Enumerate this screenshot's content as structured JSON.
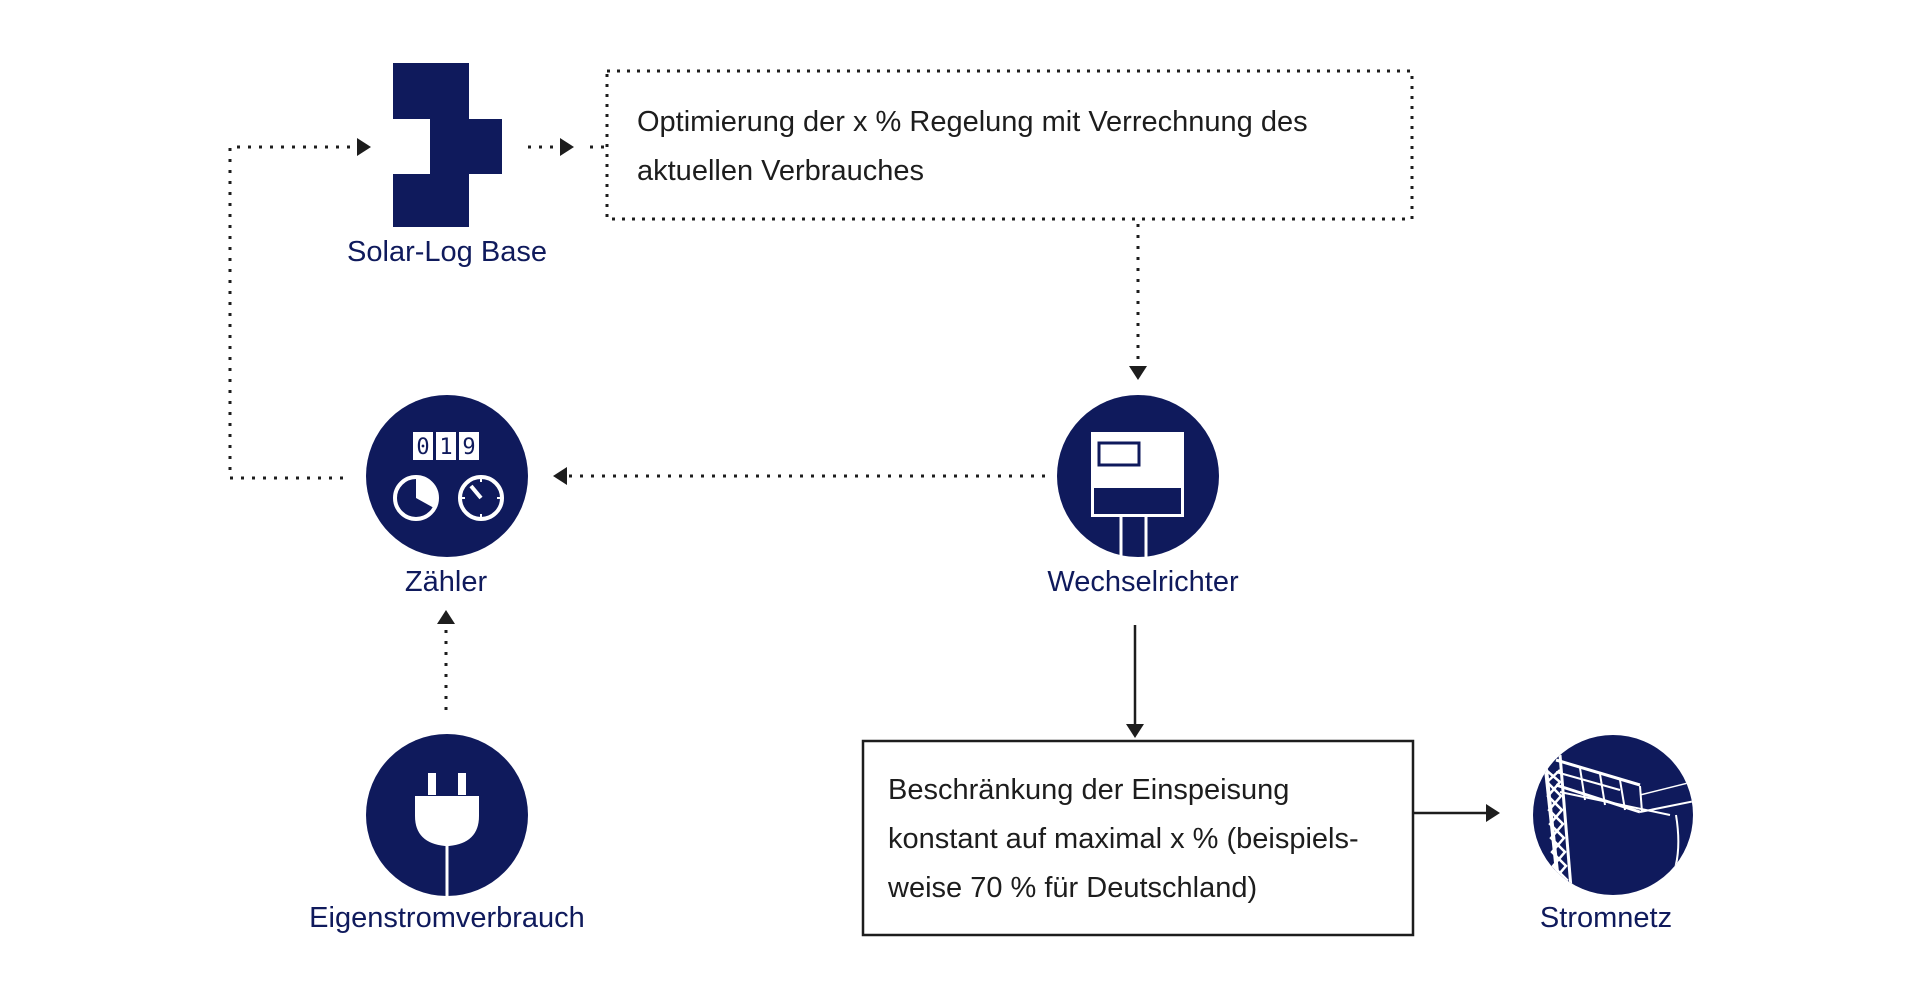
{
  "colors": {
    "navy": "#0f1a5c",
    "text": "#1d1d1d",
    "connector": "#1d1d1d"
  },
  "nodes": {
    "solarlog": {
      "label": "Solar-Log Base",
      "icon": "solar-log-logo-icon"
    },
    "meter": {
      "label": "Zähler",
      "icon": "electricity-meter-icon",
      "counter_digits": [
        "0",
        "1",
        "9"
      ]
    },
    "inverter": {
      "label": "Wechselrichter",
      "icon": "inverter-icon"
    },
    "consumption": {
      "label": "Eigenstromverbrauch",
      "icon": "power-plug-icon"
    },
    "grid": {
      "label": "Stromnetz",
      "icon": "power-pylon-icon"
    }
  },
  "boxes": {
    "optimization": {
      "lines": [
        "Optimierung der x % Regelung mit Verrechnung des",
        "aktuellen Verbrauches"
      ]
    },
    "limitation": {
      "lines": [
        "Beschränkung der Einspeisung",
        "konstant auf maximal x % (beispiels-",
        "weise 70 % für Deutschland)"
      ]
    }
  },
  "edges": [
    {
      "from": "meter",
      "to": "solarlog",
      "style": "dotted"
    },
    {
      "from": "solarlog",
      "to": "optimization",
      "style": "dotted"
    },
    {
      "from": "optimization",
      "to": "inverter",
      "style": "dotted"
    },
    {
      "from": "inverter",
      "to": "meter",
      "style": "dotted"
    },
    {
      "from": "consumption",
      "to": "meter",
      "style": "dotted"
    },
    {
      "from": "inverter",
      "to": "limitation",
      "style": "solid"
    },
    {
      "from": "limitation",
      "to": "grid",
      "style": "solid"
    }
  ]
}
